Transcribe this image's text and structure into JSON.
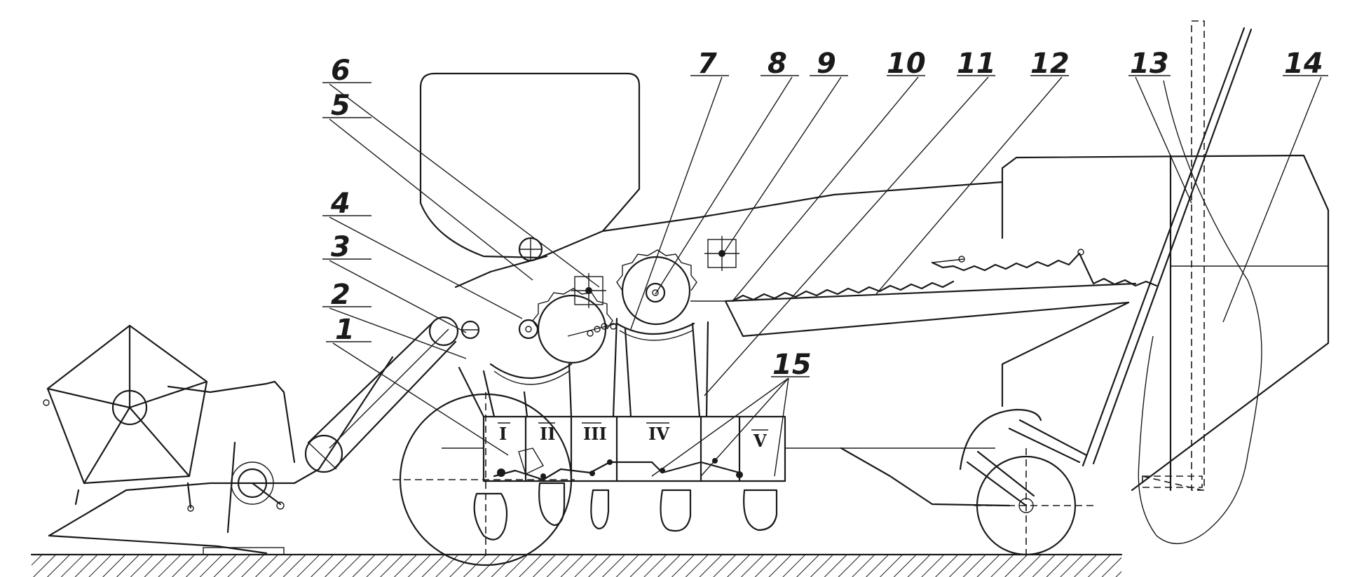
{
  "diagram": {
    "labels": [
      {
        "id": "l1",
        "text": "1"
      },
      {
        "id": "l2",
        "text": "2"
      },
      {
        "id": "l3",
        "text": "3"
      },
      {
        "id": "l4",
        "text": "4"
      },
      {
        "id": "l5",
        "text": "5"
      },
      {
        "id": "l6",
        "text": "6"
      },
      {
        "id": "l7",
        "text": "7"
      },
      {
        "id": "l8",
        "text": "8"
      },
      {
        "id": "l9",
        "text": "9"
      },
      {
        "id": "l10",
        "text": "10"
      },
      {
        "id": "l11",
        "text": "11"
      },
      {
        "id": "l12",
        "text": "12"
      },
      {
        "id": "l13",
        "text": "13"
      },
      {
        "id": "l14",
        "text": "14"
      },
      {
        "id": "l15",
        "text": "15"
      }
    ],
    "sections": [
      {
        "id": "s1",
        "text": "I"
      },
      {
        "id": "s2",
        "text": "II"
      },
      {
        "id": "s3",
        "text": "III"
      },
      {
        "id": "s4",
        "text": "IV"
      },
      {
        "id": "s5",
        "text": "V"
      }
    ]
  }
}
